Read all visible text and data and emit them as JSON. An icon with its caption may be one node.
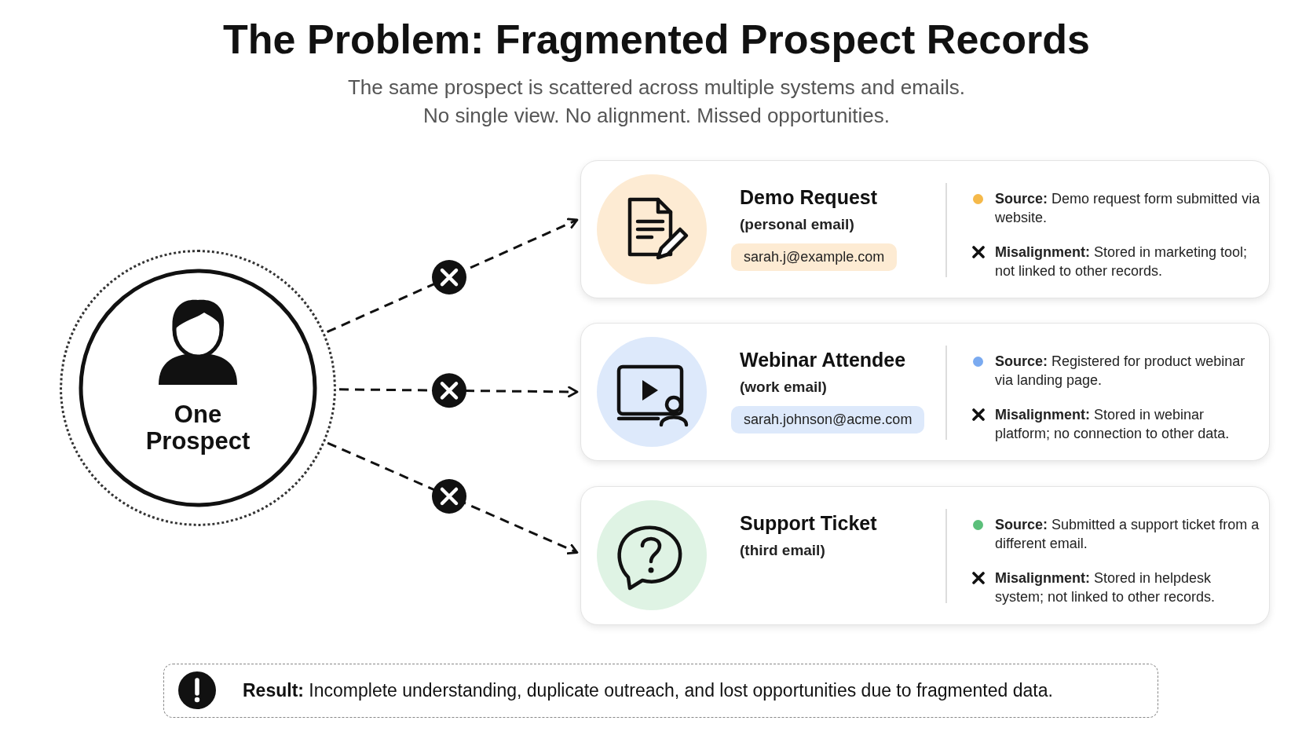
{
  "diagram": {
    "title": "The Problem: Fragmented Prospect Records",
    "nodes": [
      {
        "text": [
          "One Prospect"
        ]
      },
      {
        "text": [
          "Demo Request",
          "(personal email)",
          "**Source:** Demo request form submitted via website.",
          "**Misalignment:** Stored in marketing tool; not linked to other records."
        ]
      },
      {
        "text": [
          "sarah.j@example.com"
        ],
        "in": 1
      },
      {
        "text": [
          "Webinar Attendee",
          "(work email)",
          "**Source:** Registered for product webinar via landing page.",
          "**Misalignment:** Stored in webinar platform; no connection to other data."
        ]
      },
      {
        "text": [
          "sarah.johnson@acme.com"
        ],
        "in": 3
      },
      {
        "text": [
          "Support Ticket",
          "(third email)",
          "**Source:** Submitted a support ticket from a different email.",
          "**Misalignment:** Stored in helpdesk system; not linked to other records."
        ]
      },
      {
        "text": [
          "**Result:** Incomplete understanding, duplicate outreach, and lost opportunities due to fragmented data."
        ]
      }
    ],
    "edges": [
      {
        "from": 0,
        "to": 1,
        "arrow": "to",
        "style": "dashed"
      },
      {
        "from": 0,
        "to": 3,
        "arrow": "to",
        "style": "dashed"
      },
      {
        "from": 0,
        "to": 5,
        "arrow": "to",
        "style": "dashed"
      }
    ],
    "labels": [
      "The same prospect is scattered across multiple systems and emails.",
      "No single view. No alignment. Missed opportunities."
    ]
  }
}
